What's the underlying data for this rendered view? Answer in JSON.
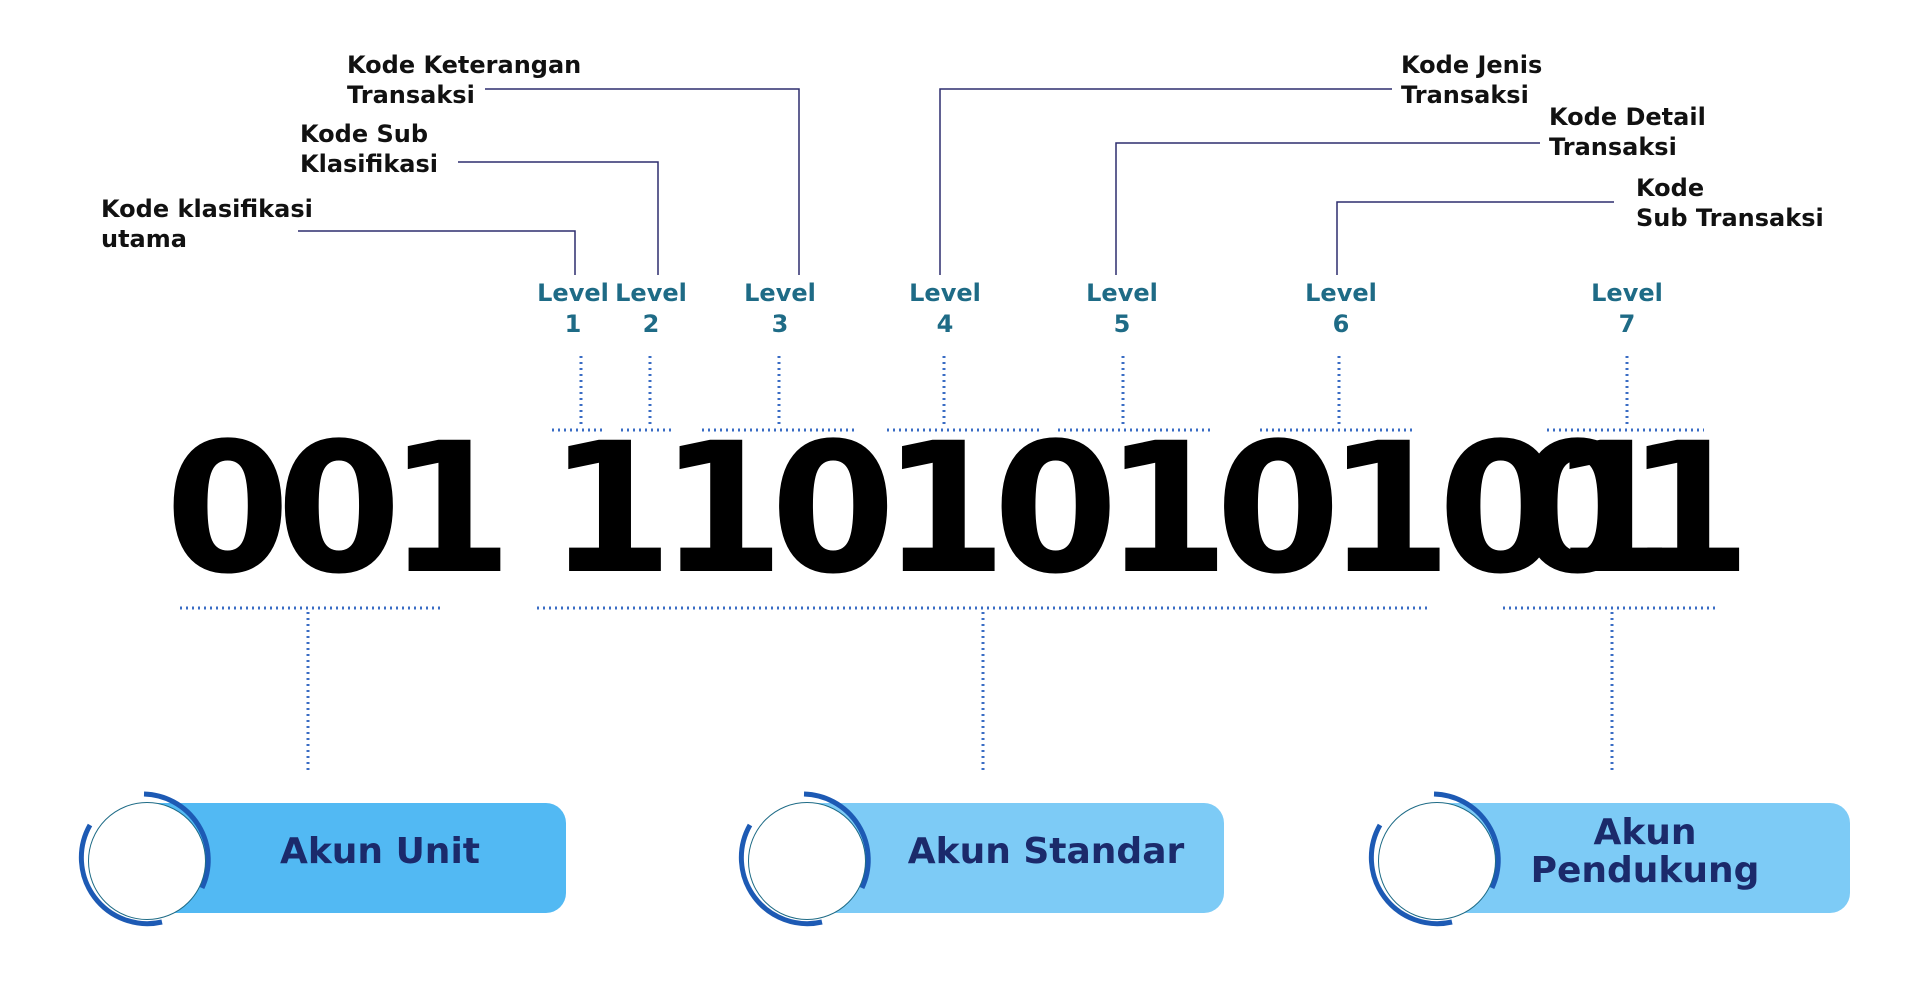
{
  "callouts": {
    "klasifikasi_utama": [
      "Kode klasifikasi",
      "utama"
    ],
    "sub_klasifikasi": [
      "Kode Sub",
      "Klasifikasi"
    ],
    "keterangan_transaksi": [
      "Kode Keterangan",
      "Transaksi"
    ],
    "jenis_transaksi": [
      "Kode Jenis",
      "Transaksi"
    ],
    "detail_transaksi": [
      "Kode Detail",
      "Transaksi"
    ],
    "sub_transaksi": [
      "Kode",
      "Sub Transaksi"
    ]
  },
  "levels": [
    {
      "word": "Level",
      "num": "1"
    },
    {
      "word": "Level",
      "num": "2"
    },
    {
      "word": "Level",
      "num": "3"
    },
    {
      "word": "Level",
      "num": "4"
    },
    {
      "word": "Level",
      "num": "5"
    },
    {
      "word": "Level",
      "num": "6"
    },
    {
      "word": "Level",
      "num": "7"
    }
  ],
  "code": {
    "unit": "001",
    "standar": "1101010101",
    "pendukung": "01"
  },
  "groups": [
    {
      "label": "Akun Unit",
      "color": "#52b9f3"
    },
    {
      "label": "Akun Standar",
      "color": "#7dcbf6"
    },
    {
      "label": "Akun Pendukung",
      "color": "#7dcbf6"
    }
  ],
  "colors": {
    "leader_line": "#2d2d6e",
    "dotted": "#3a6cc4",
    "level_text": "#1e6b86",
    "pill_text": "#1b2a6b",
    "ring_arc": "#1d5ab4"
  }
}
